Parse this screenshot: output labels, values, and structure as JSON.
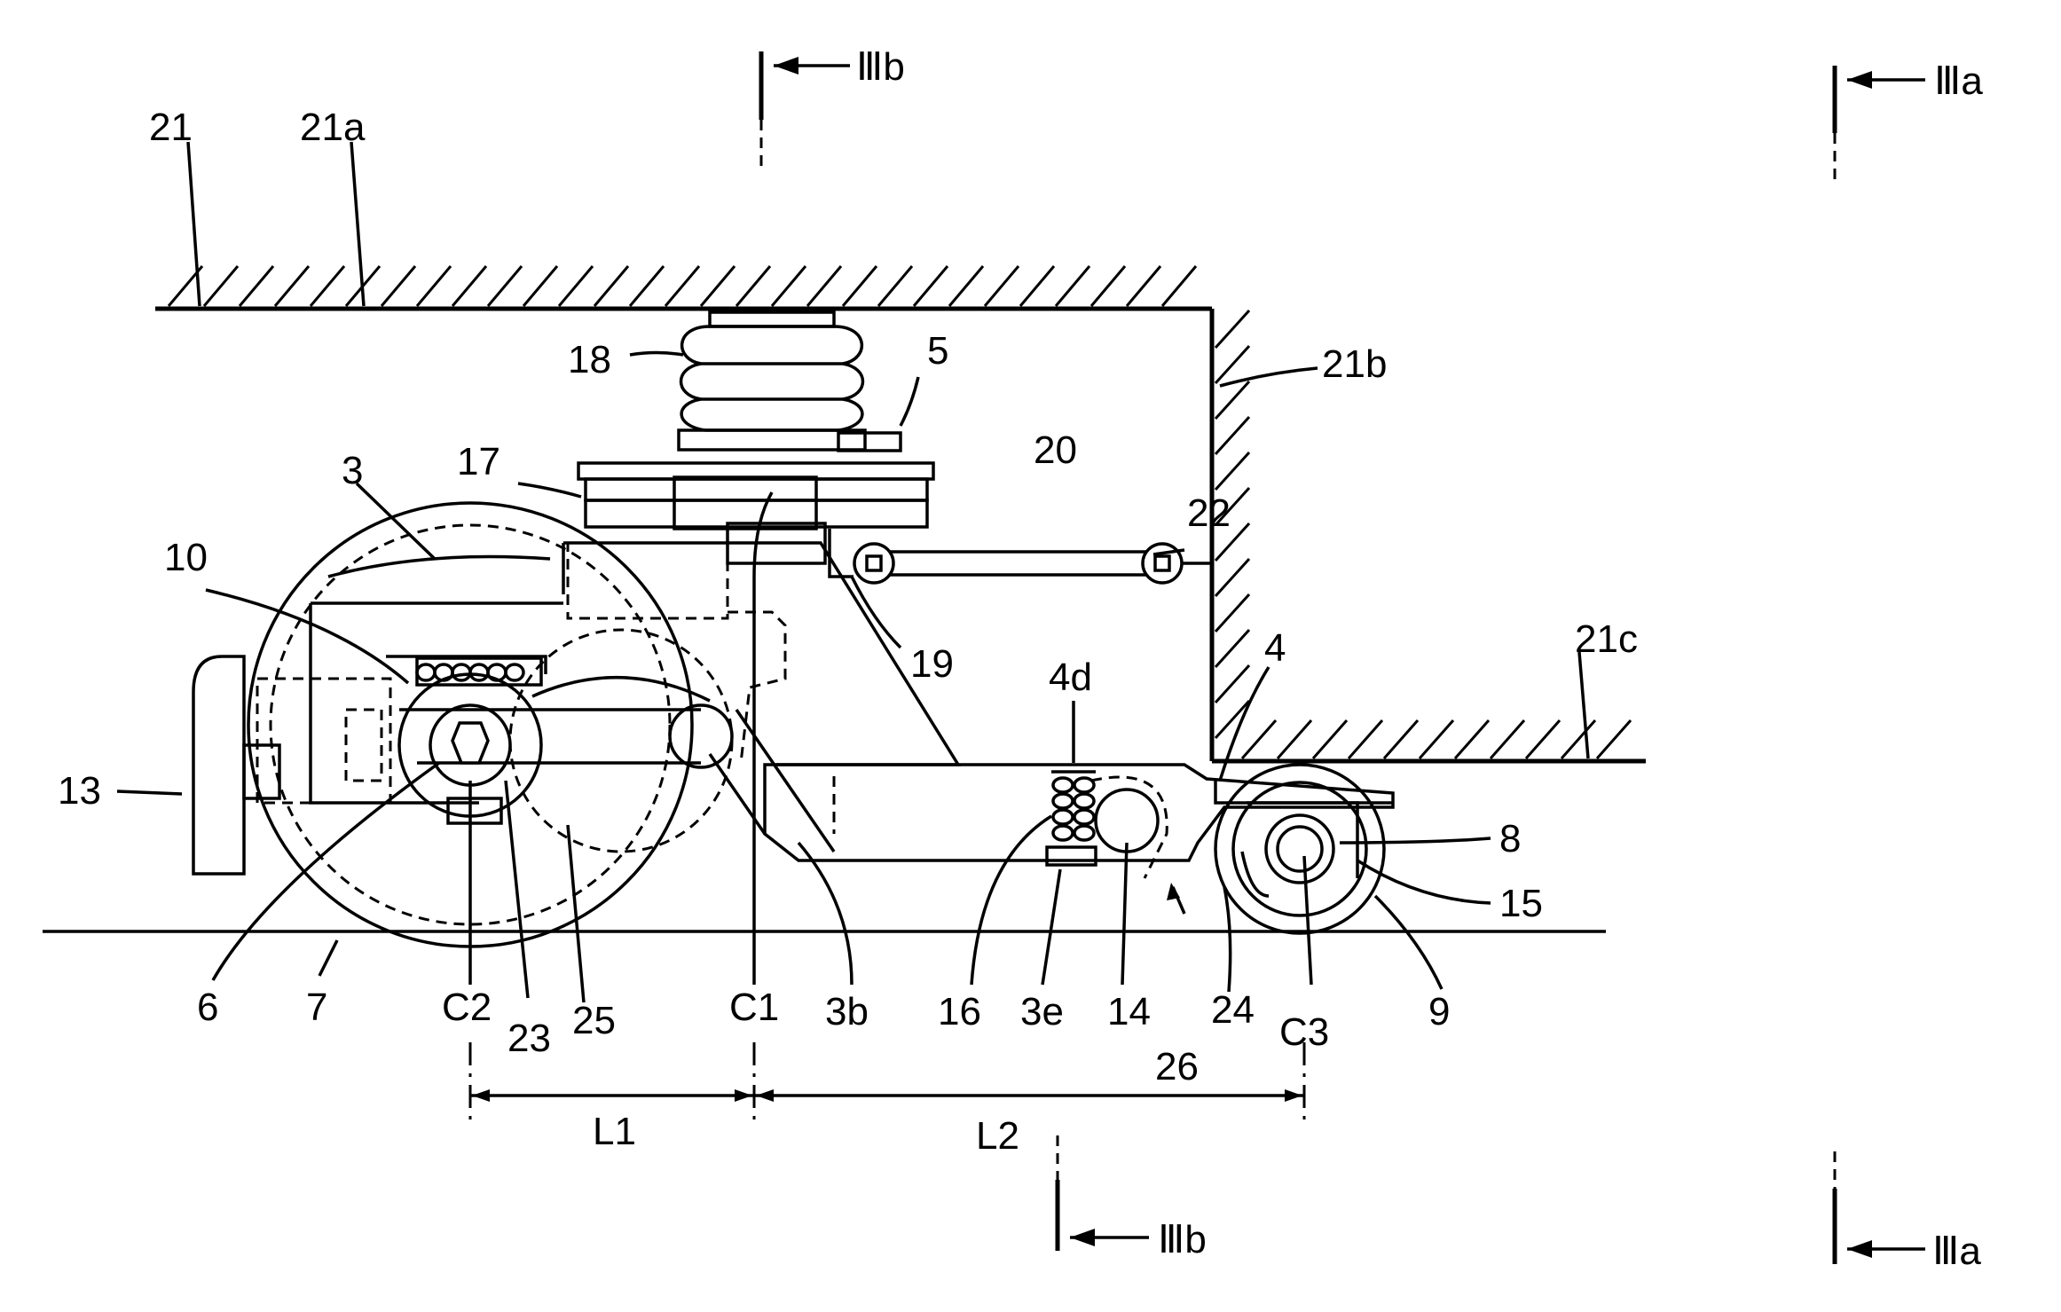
{
  "figure": {
    "section_marks": {
      "IIIa": "Ⅲa",
      "IIIb": "Ⅲb"
    },
    "labels": {
      "n21": "21",
      "n21a": "21a",
      "n21b": "21b",
      "n21c": "21c",
      "n18": "18",
      "n5": "5",
      "n17": "17",
      "n3": "3",
      "n20": "20",
      "n22": "22",
      "n10": "10",
      "n19": "19",
      "n4d": "4d",
      "n4": "4",
      "n13": "13",
      "n8": "8",
      "n15": "15",
      "n6": "6",
      "n7": "7",
      "nC2": "C2",
      "n23": "23",
      "n25": "25",
      "nC1": "C1",
      "n3b": "3b",
      "n16": "16",
      "n3e": "3e",
      "n14": "14",
      "n24": "24",
      "nC3": "C3",
      "n9": "9",
      "n26": "26",
      "nL1": "L1",
      "nL2": "L2"
    }
  }
}
